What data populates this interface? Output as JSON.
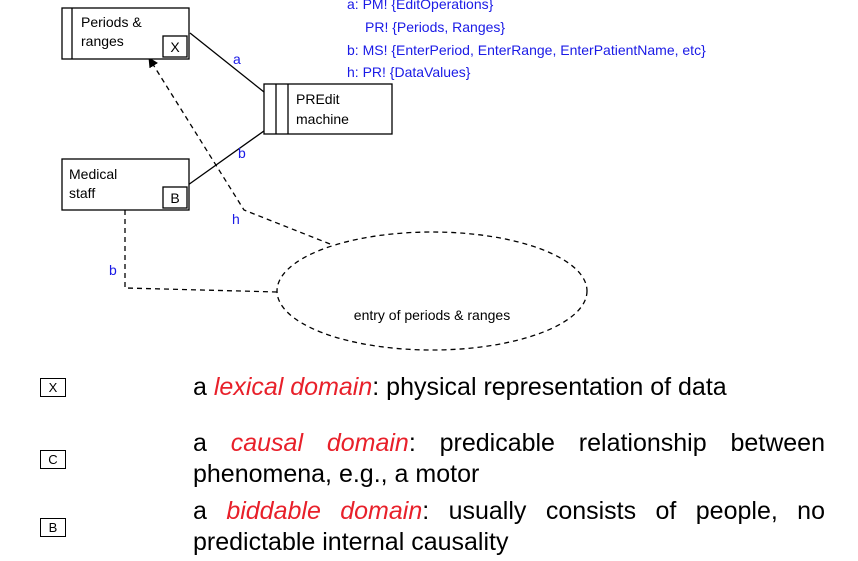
{
  "diagram": {
    "domains": {
      "periods": {
        "line1": "Periods &",
        "line2": "ranges",
        "marker": "X"
      },
      "predit": {
        "line1": "PREdit",
        "line2": "machine"
      },
      "staff": {
        "line1": "Medical",
        "line2": "staff",
        "marker": "B"
      }
    },
    "interface_labels": {
      "a": "a",
      "b_top": "b",
      "b_left": "b",
      "h": "h"
    },
    "requirement": "entry of periods & ranges",
    "spec": [
      "a: PM! {EditOperations}",
      "PR! {Periods, Ranges}",
      "b: MS! {EnterPeriod, EnterRange, EnterPatientName, etc}",
      "h: PR! {DataValues}"
    ]
  },
  "legend": [
    {
      "marker": "X",
      "prefix": "a ",
      "term": "lexical domain",
      "rest": ": physical representation of data"
    },
    {
      "marker": "C",
      "prefix": "a ",
      "term": "causal domain",
      "rest": ": predicable relationship between phenomena, e.g., a motor"
    },
    {
      "marker": "B",
      "prefix": "a ",
      "term": "biddable domain",
      "rest": ": usually consists of people, no predictable internal causality"
    }
  ],
  "colors": {
    "interface_text": "#1a1ae6",
    "term_text": "#e8202a"
  }
}
